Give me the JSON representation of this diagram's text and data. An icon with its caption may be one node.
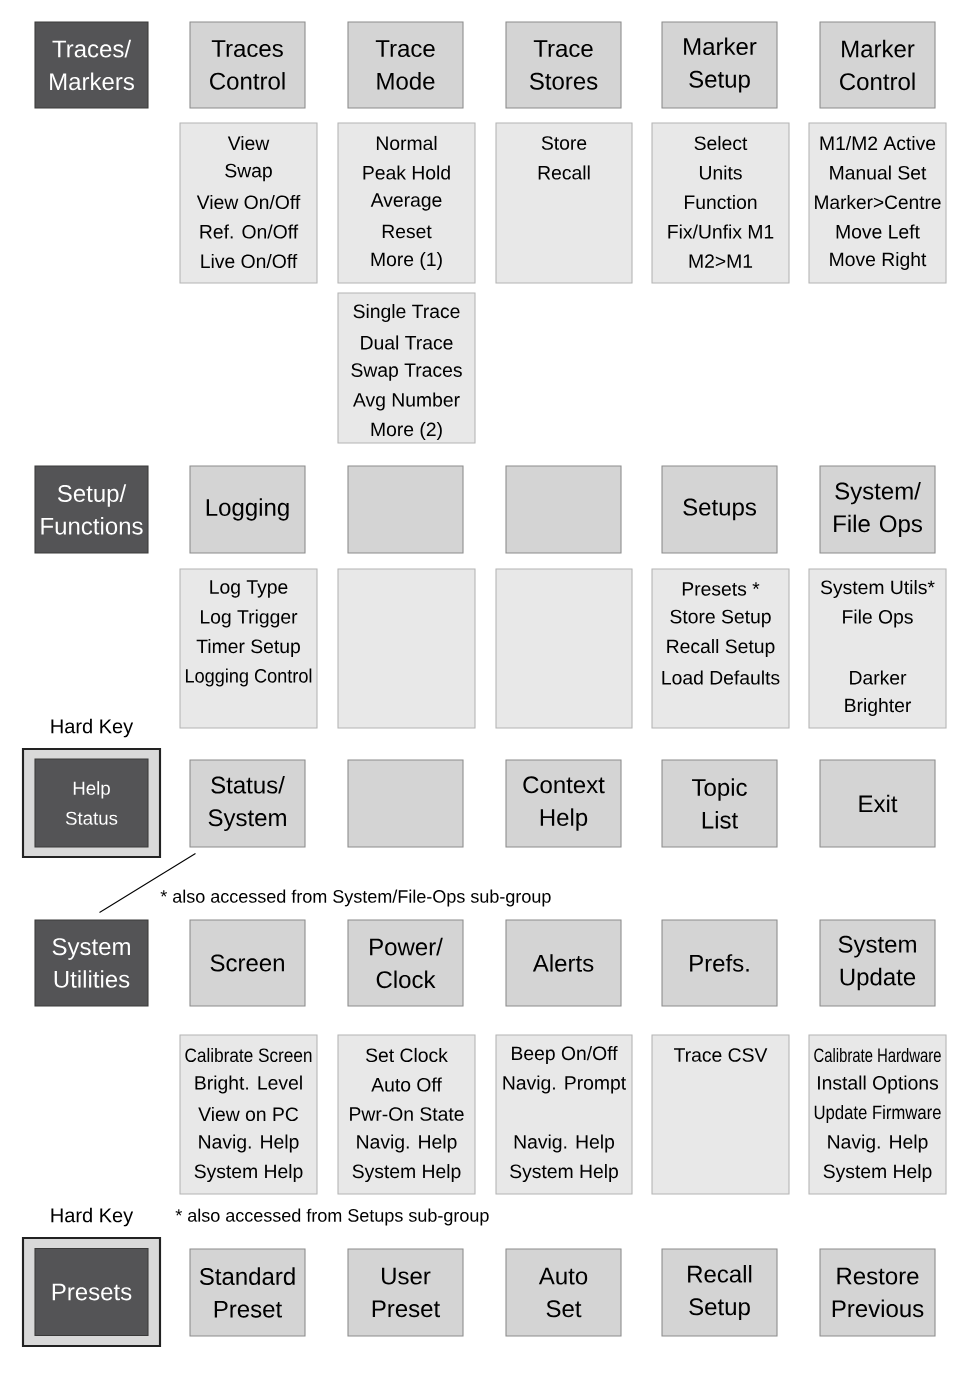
{
  "diagram": {
    "nodes": [
      {
        "text": [
          "Traces/ Markers"
        ]
      },
      {
        "text": [
          "Traces Control"
        ]
      },
      {
        "text": [
          "Trace Mode"
        ]
      },
      {
        "text": [
          "Trace Stores"
        ]
      },
      {
        "text": [
          "Marker Setup"
        ]
      },
      {
        "text": [
          "Marker Control"
        ]
      },
      {
        "text": [
          "View",
          "Swap",
          "View On/Off",
          "Ref. On/Off",
          "Live On/Off"
        ]
      },
      {
        "text": [
          "Normal",
          "Peak Hold",
          "Average",
          "Reset",
          "More (1)"
        ]
      },
      {
        "text": [
          "Store",
          "Recall"
        ]
      },
      {
        "text": [
          "Select",
          "Units",
          "Function",
          "Fix/Unfix M1",
          "M2>M1"
        ]
      },
      {
        "text": [
          "M1/M2 Active",
          "Manual Set",
          "Marker>Centre",
          "Move Left",
          "Move Right"
        ]
      },
      {
        "text": [
          "Single Trace",
          "Dual Trace",
          "Swap Traces",
          "Avg Number",
          "More (2)"
        ]
      },
      {
        "text": [
          "Setup/ Functions"
        ]
      },
      {
        "text": [
          "Logging"
        ]
      },
      {
        "text": [],
        "shape": "box"
      },
      {
        "text": [],
        "shape": "box"
      },
      {
        "text": [
          "Setups"
        ]
      },
      {
        "text": [
          "System/ File Ops"
        ]
      },
      {
        "text": [
          "Log Type",
          "Log Trigger",
          "Timer Setup",
          "Logging Control"
        ]
      },
      {
        "text": [],
        "shape": "box"
      },
      {
        "text": [],
        "shape": "box"
      },
      {
        "text": [
          "Presets *",
          "Store Setup",
          "Recall Setup",
          "Load Defaults"
        ]
      },
      {
        "text": [
          "System Utils*",
          "File Ops",
          "Darker",
          "Brighter"
        ]
      },
      {
        "text": [
          "Hard Key"
        ]
      },
      {
        "text": [
          "Help",
          "Status"
        ],
        "in": 23
      },
      {
        "text": [
          "Status/ System"
        ]
      },
      {
        "text": [],
        "shape": "box"
      },
      {
        "text": [
          "Context Help"
        ]
      },
      {
        "text": [
          "Topic List"
        ]
      },
      {
        "text": [
          "Exit"
        ]
      },
      {
        "text": [
          "System Utilities"
        ]
      },
      {
        "text": [
          "Screen"
        ]
      },
      {
        "text": [
          "Power/ Clock"
        ]
      },
      {
        "text": [
          "Alerts"
        ]
      },
      {
        "text": [
          "Prefs."
        ]
      },
      {
        "text": [
          "System Update"
        ]
      },
      {
        "text": [
          "Calibrate Screen",
          "Bright. Level",
          "View on PC",
          "Navig. Help",
          "System Help"
        ]
      },
      {
        "text": [
          "Set Clock",
          "Auto Off",
          "Pwr-On State",
          "Navig. Help",
          "System Help"
        ]
      },
      {
        "text": [
          "Beep On/Off",
          "Navig. Prompt",
          "Navig. Help",
          "System Help"
        ]
      },
      {
        "text": [
          "Trace CSV"
        ]
      },
      {
        "text": [
          "Calibrate Hardware",
          "Install Options",
          "Update Firmware",
          "Navig. Help",
          "System Help"
        ]
      },
      {
        "text": [
          "Hard Key"
        ]
      },
      {
        "text": [
          "Presets"
        ],
        "in": 41
      },
      {
        "text": [
          "Standard Preset"
        ]
      },
      {
        "text": [
          "User Preset"
        ]
      },
      {
        "text": [
          "Auto Set"
        ]
      },
      {
        "text": [
          "Recall Setup"
        ]
      },
      {
        "text": [
          "Restore Previous"
        ]
      }
    ],
    "edges": [
      {
        "from": 25,
        "to": 30,
        "arrow": "none"
      }
    ],
    "labels": [
      "* also accessed from System/File-Ops sub-group",
      "* also accessed from Setups sub-group"
    ]
  }
}
